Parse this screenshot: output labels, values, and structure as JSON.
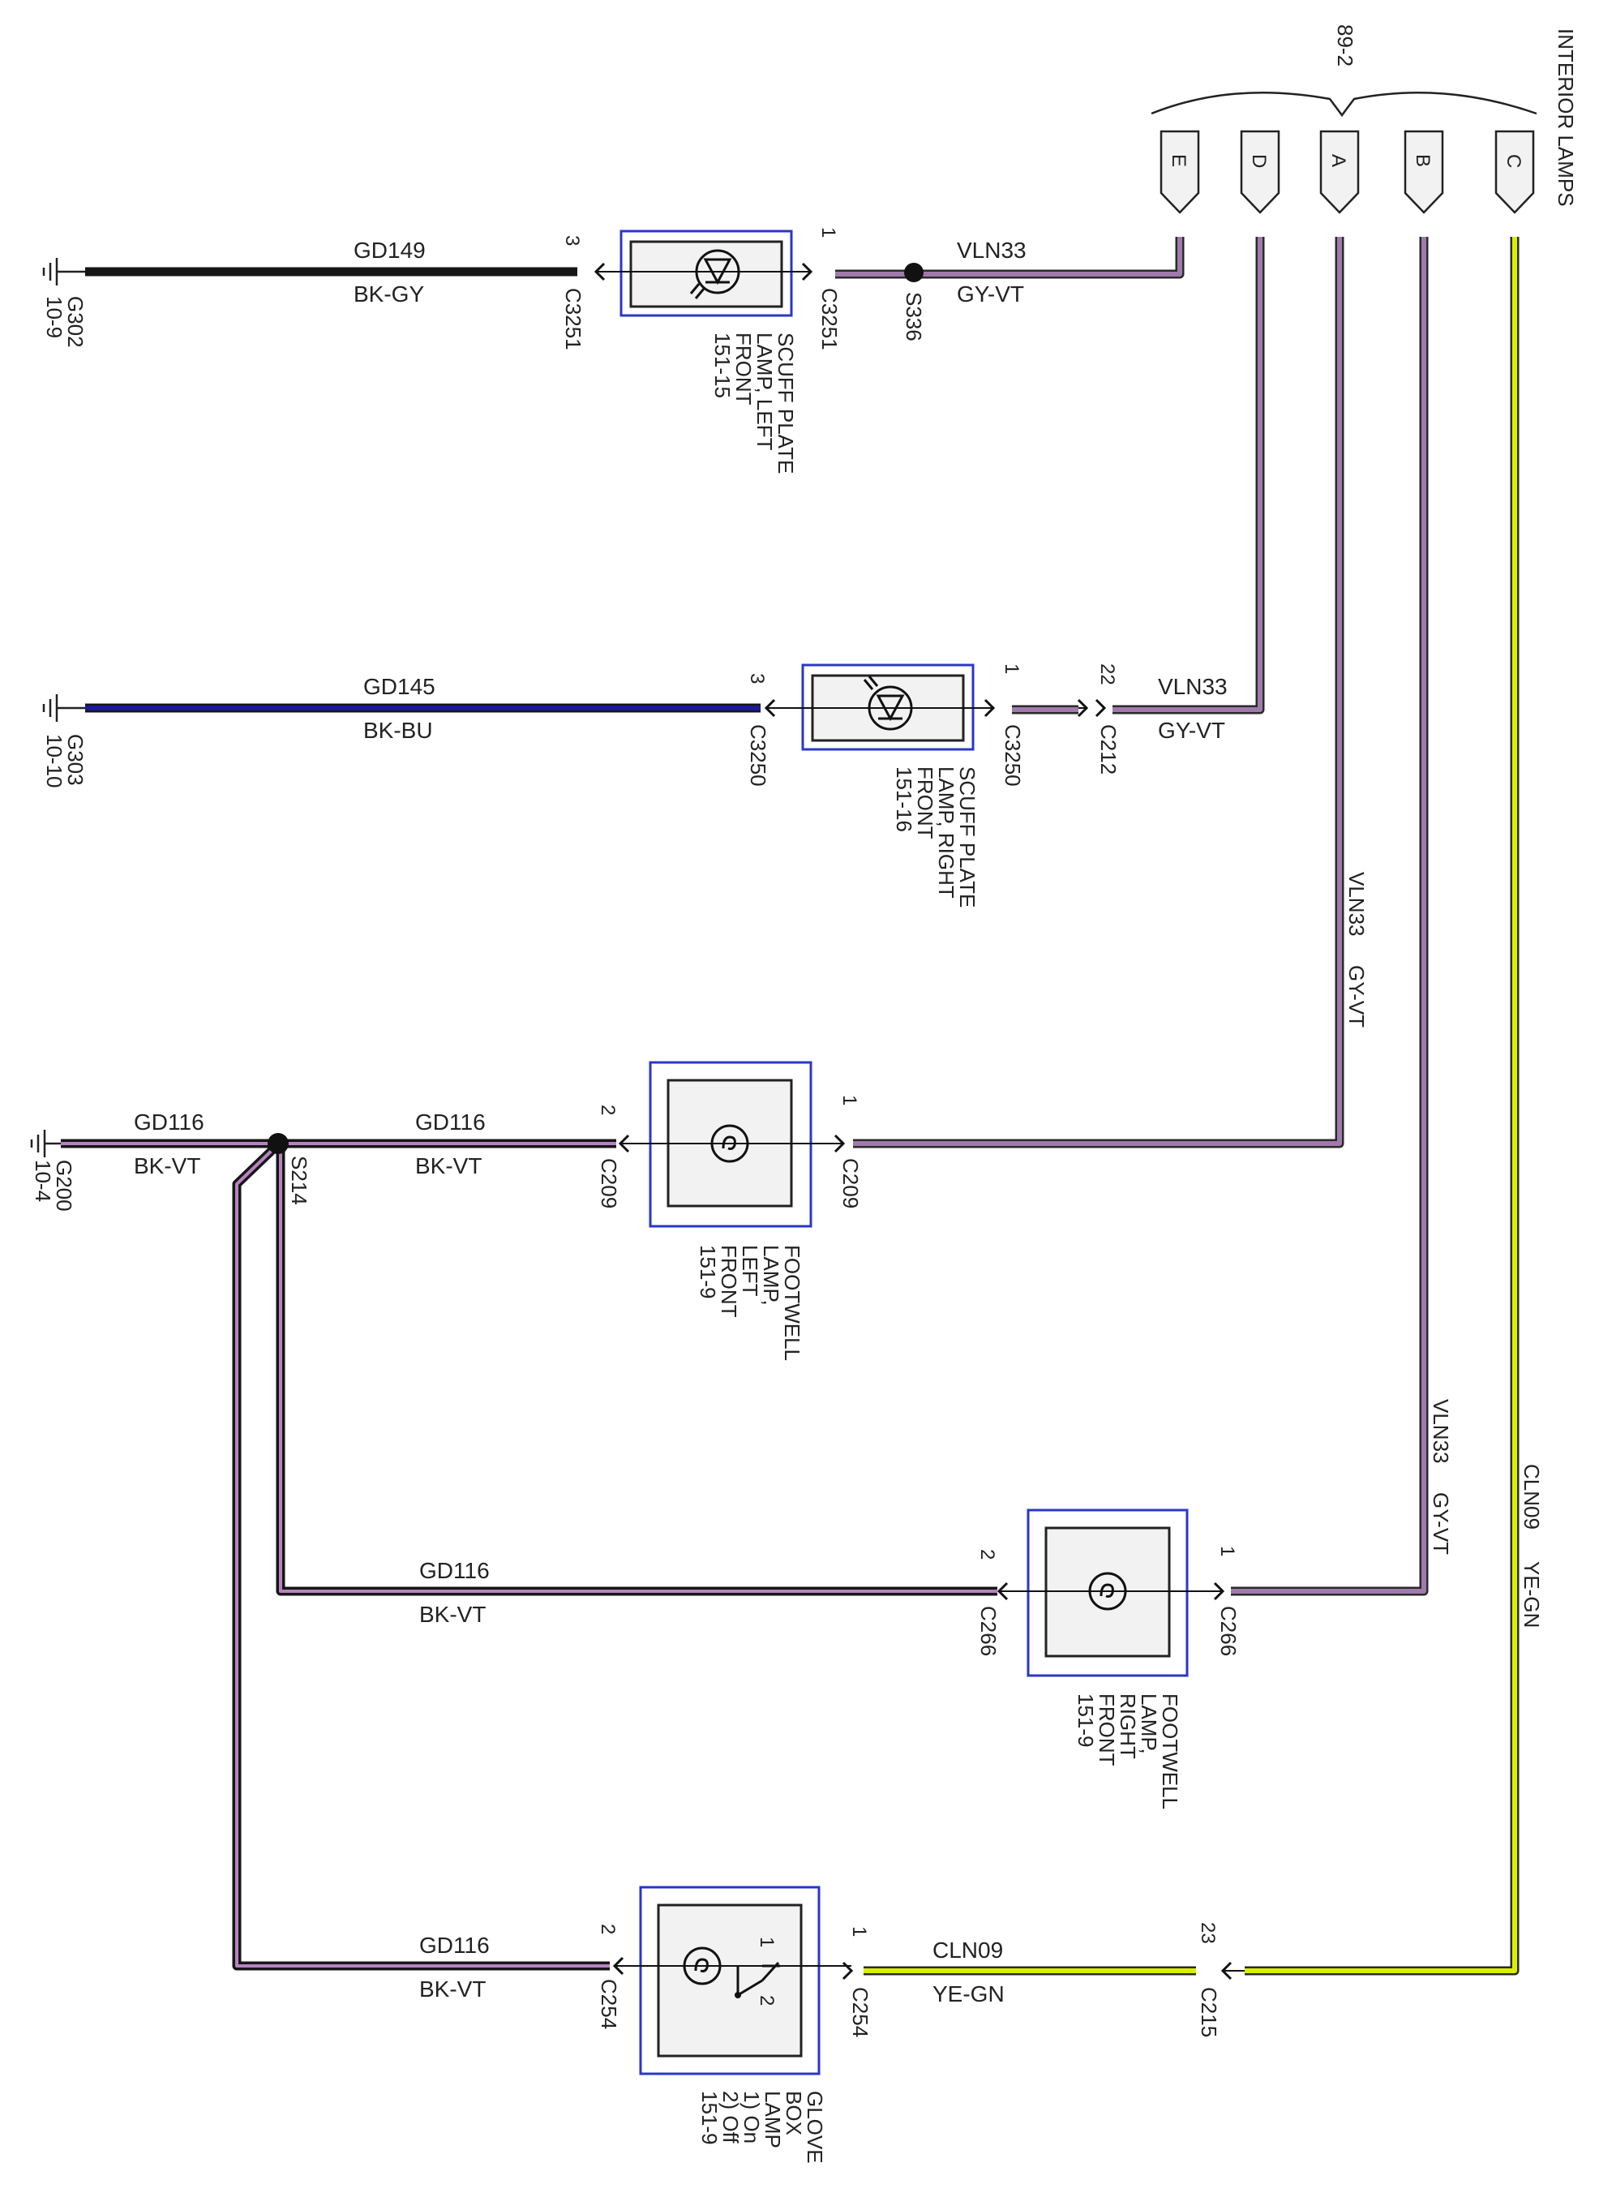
{
  "header": {
    "connector_id": "89-2",
    "module_label": "INTERIOR LAMPS",
    "pins": [
      "E",
      "D",
      "A",
      "B",
      "C"
    ]
  },
  "colors": {
    "gy_vt": "#a07aac",
    "bk_gy": "#161616",
    "bk_bu": "#1a1a9a",
    "bk_vt": "#2a1a2a",
    "ye_gn": "#d8f000",
    "frame": "#2a37c8"
  },
  "icons": [
    "ground-icon",
    "lamp-icon",
    "led-lamp-icon",
    "switch-icon",
    "splice-icon",
    "connector-arrow-icon"
  ],
  "scuff_left": {
    "ground": "G302",
    "ground_ref": "10-9",
    "circuit": "GD149",
    "color": "BK-GY",
    "pin_in": "3",
    "conn_in": "C3251",
    "pin_out": "1",
    "conn_out": "C3251",
    "splice": "S336",
    "out_circuit": "VLN33",
    "out_color": "GY-VT",
    "name_1": "SCUFF PLATE",
    "name_2": "LAMP, LEFT",
    "name_3": "FRONT",
    "ref": "151-15"
  },
  "scuff_right": {
    "ground": "G303",
    "ground_ref": "10-10",
    "circuit": "GD145",
    "color": "BK-BU",
    "pin_in": "3",
    "conn_in": "C3250",
    "pin_out": "1",
    "conn_out": "C3250",
    "inline_pin": "22",
    "inline_conn": "C212",
    "out_circuit": "VLN33",
    "out_color": "GY-VT",
    "name_1": "SCUFF PLATE",
    "name_2": "LAMP, RIGHT",
    "name_3": "FRONT",
    "ref": "151-16"
  },
  "wire_a": {
    "circuit": "VLN33",
    "color": "GY-VT"
  },
  "foot_left": {
    "ground": "G200",
    "ground_ref": "10-4",
    "circuit_gnd": "GD116",
    "color_gnd": "BK-VT",
    "splice": "S214",
    "circuit": "GD116",
    "color": "BK-VT",
    "pin_in": "2",
    "conn_in": "C209",
    "pin_out": "1",
    "conn_out": "C209",
    "name_1": "FOOTWELL",
    "name_2": "LAMP,",
    "name_3": "LEFT",
    "name_4": "FRONT",
    "ref": "151-9"
  },
  "wire_b": {
    "circuit": "VLN33",
    "color": "GY-VT"
  },
  "foot_right": {
    "circuit": "GD116",
    "color": "BK-VT",
    "pin_in": "2",
    "conn_in": "C266",
    "pin_out": "1",
    "conn_out": "C266",
    "name_1": "FOOTWELL",
    "name_2": "LAMP,",
    "name_3": "RIGHT",
    "name_4": "FRONT",
    "ref": "151-9"
  },
  "wire_c": {
    "circuit": "CLN09",
    "color": "YE-GN"
  },
  "glove": {
    "circuit": "GD116",
    "color": "BK-VT",
    "pin_in": "2",
    "conn_in": "C254",
    "pin_out": "1",
    "conn_out": "C254",
    "out_circuit": "CLN09",
    "out_color": "YE-GN",
    "inline_pin": "23",
    "inline_conn": "C215",
    "sw_pos_1": "1",
    "sw_pos_2": "2",
    "name_1": "GLOVE",
    "name_2": "BOX",
    "name_3": "LAMP",
    "name_4": "1) On",
    "name_5": "2) Off",
    "ref": "151-9"
  }
}
